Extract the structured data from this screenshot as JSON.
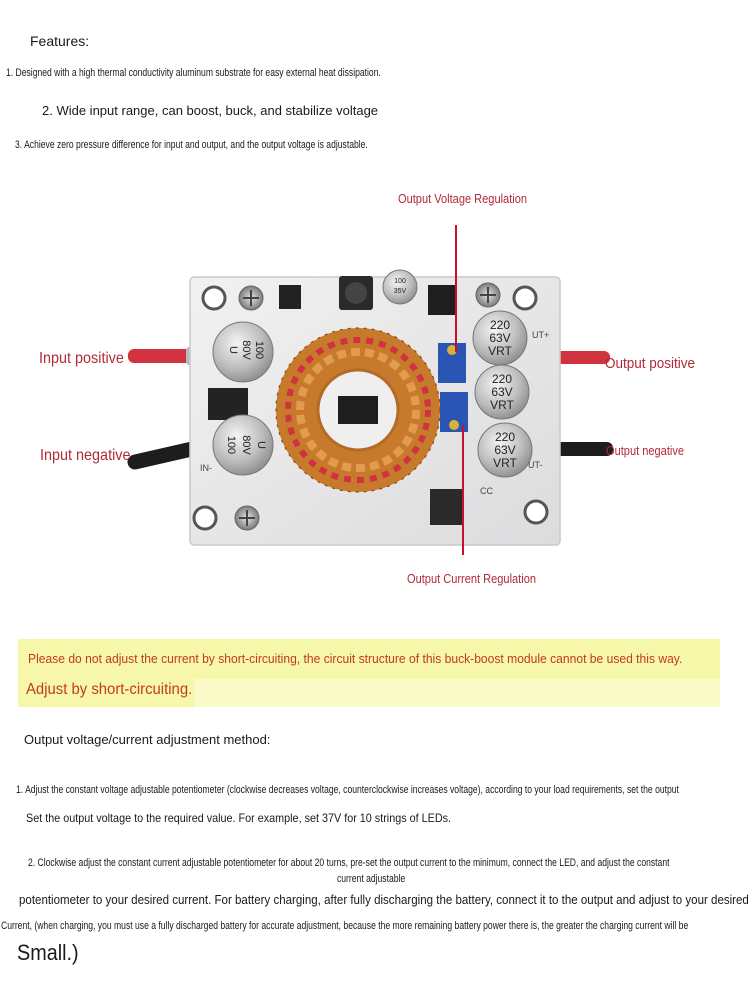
{
  "features": {
    "heading": "Features:",
    "items": [
      "1. Designed with a high thermal conductivity aluminum substrate for easy external heat dissipation.",
      "2. Wide input range, can boost, buck, and stabilize voltage",
      "3. Achieve zero pressure difference for input and output, and the output voltage is adjustable."
    ]
  },
  "diagram": {
    "labels": {
      "output_voltage_regulation": "Output Voltage Regulation",
      "input_positive": "Input positive",
      "input_negative": "Input negative",
      "output_positive": "Output positive",
      "output_negative": "Output negative",
      "output_current_regulation": "Output Current Regulation"
    },
    "board_markings": {
      "cap_left_top": [
        "100",
        "80V",
        "U"
      ],
      "cap_left_bottom": [
        "100",
        "80V",
        "U"
      ],
      "cap_small": [
        "100",
        "35V"
      ],
      "cap_right_1": [
        "220",
        "63V",
        "VRT"
      ],
      "cap_right_2": [
        "220",
        "63V",
        "VRT"
      ],
      "cap_right_3": [
        "220",
        "63V",
        "VRT"
      ],
      "pin_in_minus": "IN-",
      "pin_out_plus": "UT+",
      "pin_out_minus": "UT-",
      "pin_cc": "CC"
    },
    "colors": {
      "label_red": "#b22a3a",
      "board": "#e9e9ea",
      "copper": "#c77a2c",
      "wire_red": "#d1323f",
      "wire_black": "#1d1d1d",
      "pot_blue": "#2b55b5"
    }
  },
  "warning": {
    "line1": "Please do not adjust the current by short-circuiting, the circuit structure of this buck-boost module cannot be used this way.",
    "line2": "Adjust by short-circuiting.",
    "highlight": "#f6f7a9",
    "text_color": "#c23a1f"
  },
  "method": {
    "heading": "Output voltage/current adjustment method:",
    "step1_line1": "1. Adjust the constant voltage adjustable potentiometer (clockwise decreases voltage, counterclockwise increases voltage), according to your load requirements, set the output",
    "step1_line2": "Set the output voltage to the required value. For example, set 37V for 10 strings of LEDs.",
    "step2_line1": "2. Clockwise adjust the constant current adjustable potentiometer for about 20 turns, pre-set the output current to the minimum, connect the LED, and adjust the constant",
    "step2_line2": "current adjustable",
    "step2_line3": "potentiometer to your desired current. For battery charging, after fully discharging the battery, connect it to the output and adjust to your desired",
    "step2_line4": "Current, (when charging, you must use a fully discharged battery for accurate adjustment, because the more remaining battery power there is, the greater the charging current will be",
    "step2_line5": "Small.)"
  }
}
